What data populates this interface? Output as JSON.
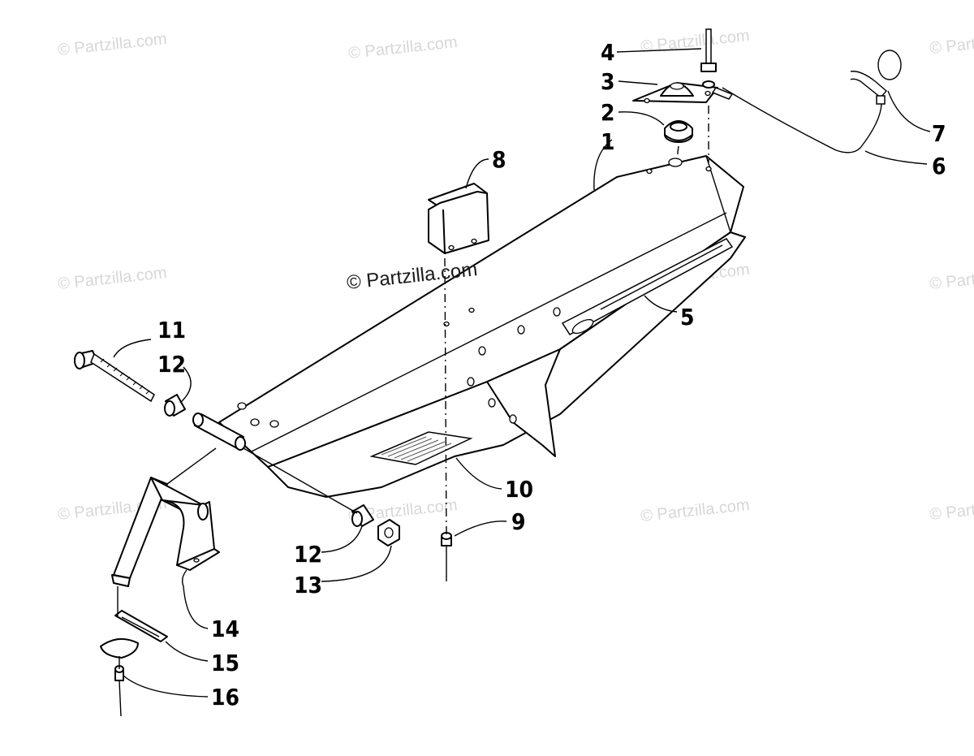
{
  "watermark": {
    "text": "© Partzilla.com"
  },
  "callouts": [
    {
      "id": "1",
      "label": "1"
    },
    {
      "id": "2",
      "label": "2"
    },
    {
      "id": "3",
      "label": "3"
    },
    {
      "id": "4",
      "label": "4"
    },
    {
      "id": "5",
      "label": "5"
    },
    {
      "id": "6",
      "label": "6"
    },
    {
      "id": "7",
      "label": "7"
    },
    {
      "id": "8",
      "label": "8"
    },
    {
      "id": "9",
      "label": "9"
    },
    {
      "id": "10",
      "label": "10"
    },
    {
      "id": "11",
      "label": "11"
    },
    {
      "id": "12a",
      "label": "12"
    },
    {
      "id": "12b",
      "label": "12"
    },
    {
      "id": "13",
      "label": "13"
    },
    {
      "id": "14",
      "label": "14"
    },
    {
      "id": "15",
      "label": "15"
    },
    {
      "id": "16",
      "label": "16"
    }
  ]
}
